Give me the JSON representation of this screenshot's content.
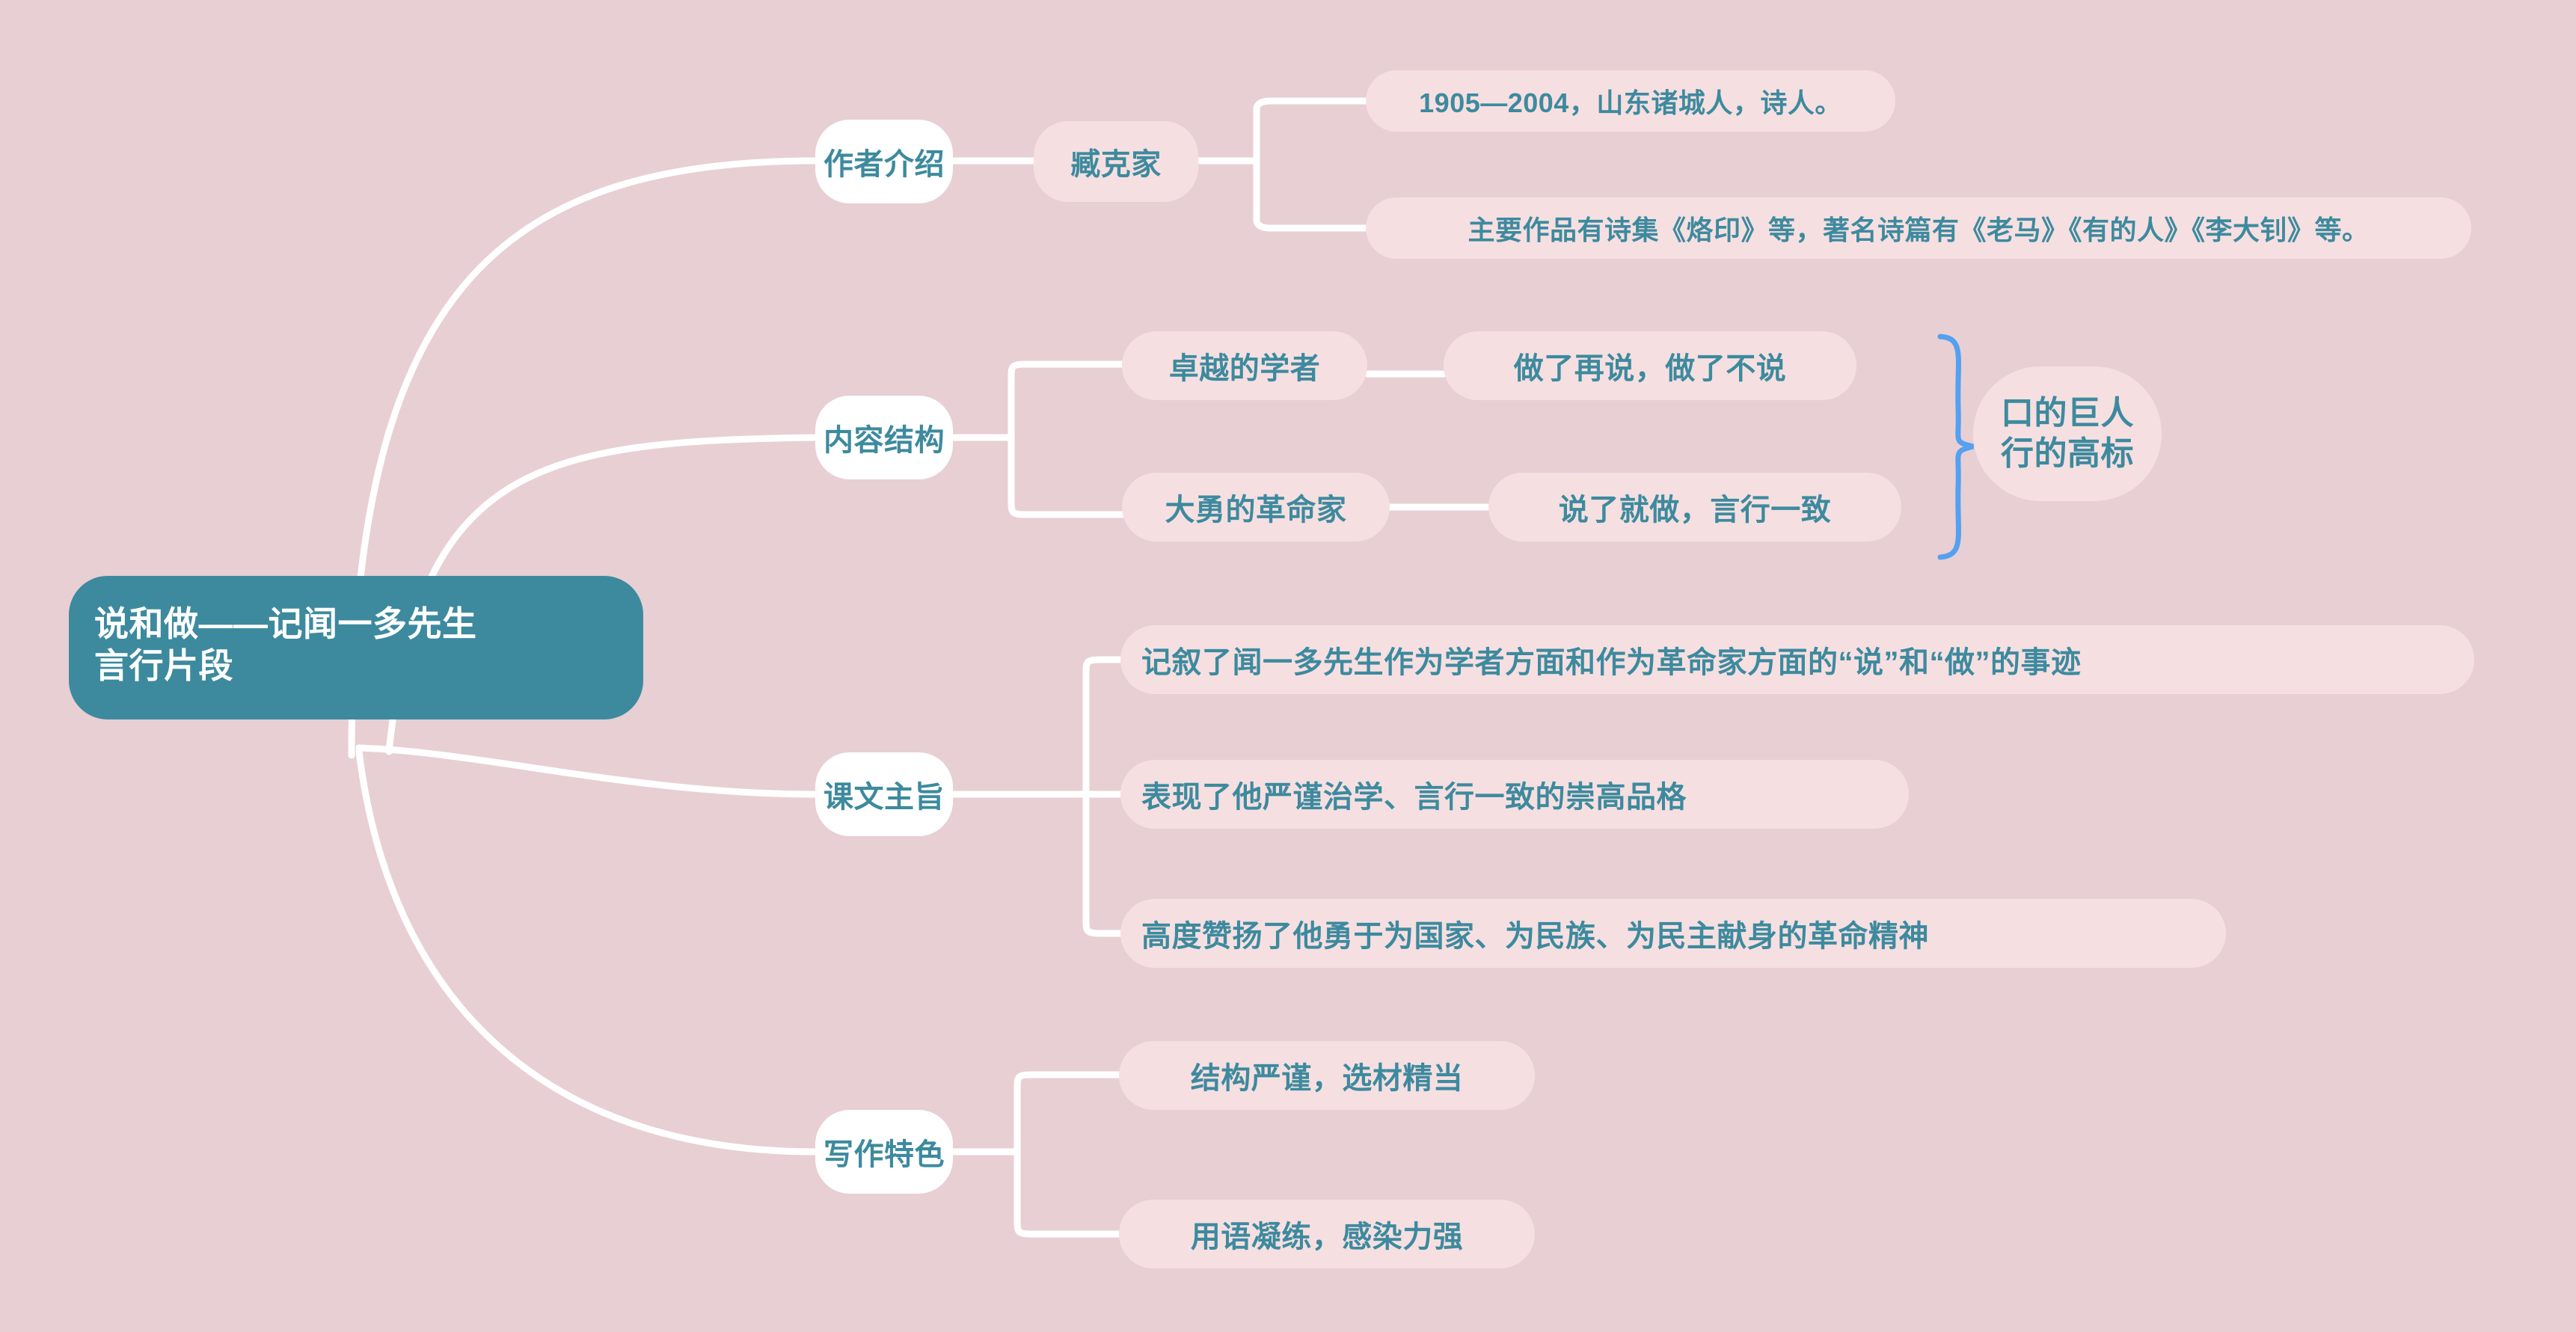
{
  "colors": {
    "background": "#E8CFD3",
    "root_fill": "#3D8A9E",
    "root_text": "#FFFFFF",
    "branch_fill": "#FFFFFF",
    "leaf_fill": "#F6DFE1",
    "text": "#3D8A9E",
    "connector": "#FFFFFF",
    "brace": "#55A0F0"
  },
  "mindmap": {
    "root": {
      "label": "说和做——记闻一多先生言行片段",
      "line1": "说和做——记闻一多先生",
      "line2": "言行片段"
    },
    "branches": [
      {
        "label": "作者介绍",
        "child": "臧克家",
        "leaves": [
          "1905—2004，山东诸城人，诗人。",
          "主要作品有诗集《烙印》等，著名诗篇有《老马》《有的人》《李大钊》等。"
        ]
      },
      {
        "label": "内容结构",
        "rows": [
          {
            "role": "卓越的学者",
            "trait": "做了再说，做了不说"
          },
          {
            "role": "大勇的革命家",
            "trait": "说了就做，言行一致"
          }
        ],
        "conclusion": {
          "line1": "口的巨人",
          "line2": "行的高标"
        }
      },
      {
        "label": "课文主旨",
        "items": [
          "记叙了闻一多先生作为学者方面和作为革命家方面的“说”和“做”的事迹",
          "表现了他严谨治学、言行一致的崇高品格",
          "高度赞扬了他勇于为国家、为民族、为民主献身的革命精神"
        ]
      },
      {
        "label": "写作特色",
        "items": [
          "结构严谨，选材精当",
          "用语凝练，感染力强"
        ]
      }
    ]
  }
}
